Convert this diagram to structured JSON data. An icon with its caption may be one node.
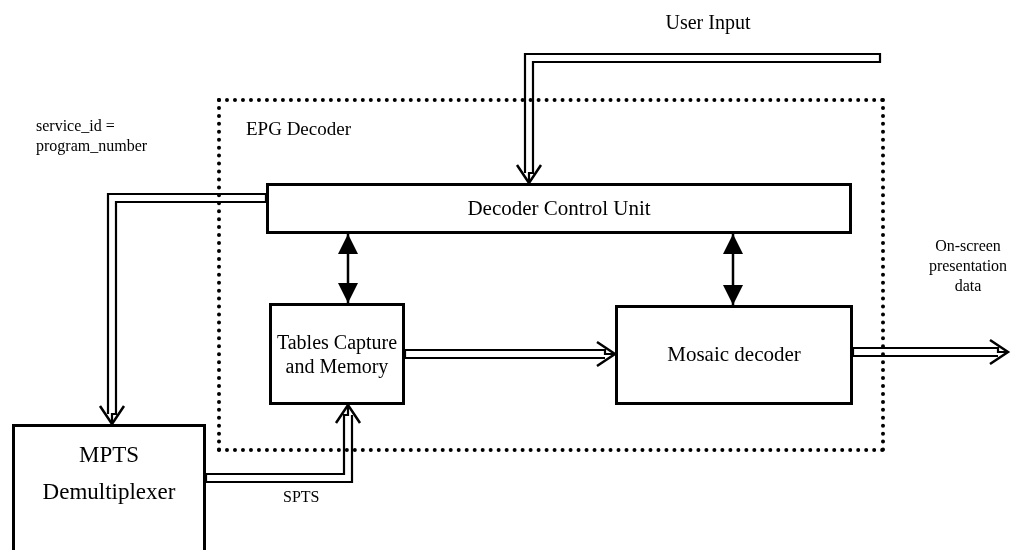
{
  "diagram": {
    "nodes": [
      {
        "text": [
          "EPG Decoder"
        ]
      },
      {
        "text": [
          "Decoder Control Unit"
        ],
        "in": 0
      },
      {
        "text": [
          "Tables Capture and Memory"
        ],
        "in": 0
      },
      {
        "text": [
          "Mosaic decoder"
        ],
        "in": 0
      },
      {
        "text": [
          "MPTS Demultiplexer"
        ]
      }
    ],
    "edges": [
      {
        "from": null,
        "to": 1,
        "arrow": "to",
        "label": "User Input"
      },
      {
        "from": 1,
        "to": 4,
        "arrow": "to",
        "label": "service_id = program_number"
      },
      {
        "from": 1,
        "to": 2,
        "arrow": "both"
      },
      {
        "from": 1,
        "to": 3,
        "arrow": "both"
      },
      {
        "from": 2,
        "to": 3,
        "arrow": "to"
      },
      {
        "from": 4,
        "to": 2,
        "arrow": "to",
        "label": "SPTS"
      },
      {
        "from": 3,
        "to": null,
        "arrow": "to",
        "label": "On-screen presentation data"
      }
    ]
  }
}
